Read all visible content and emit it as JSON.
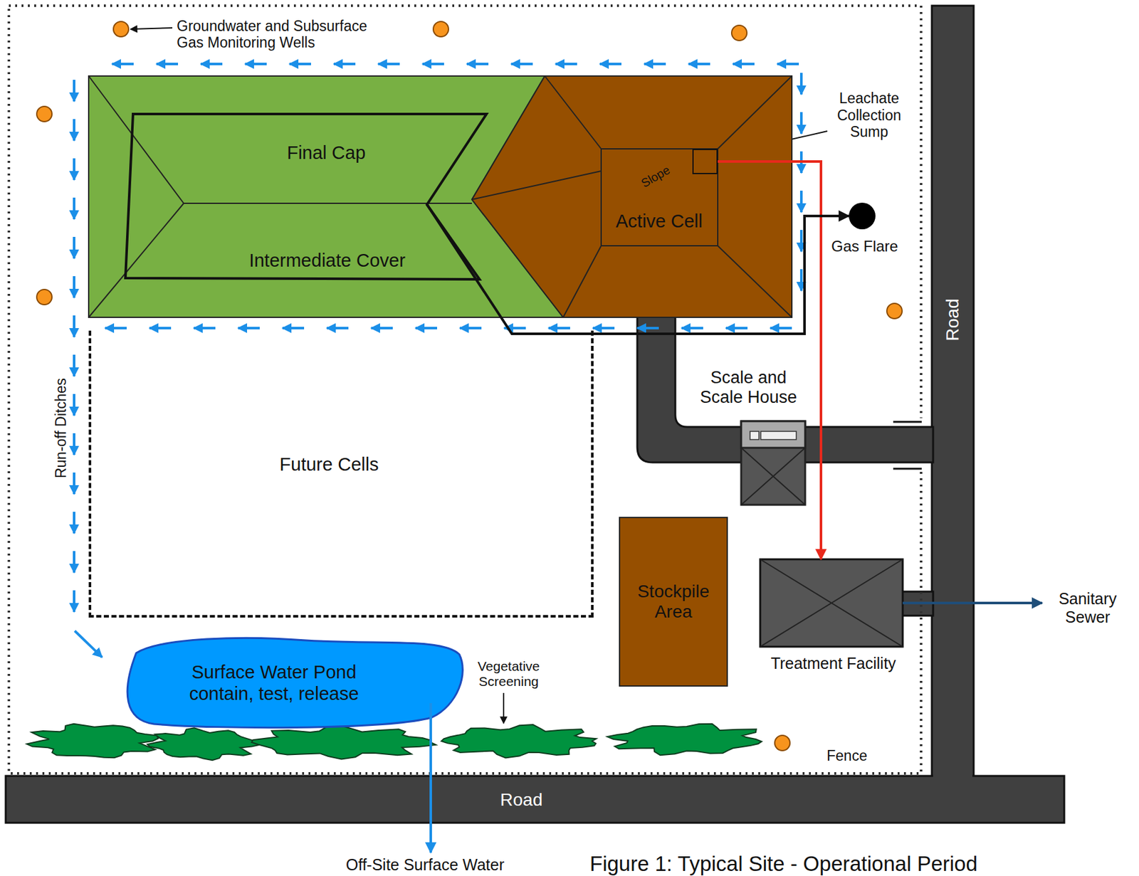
{
  "diagram": {
    "caption": "Figure 1: Typical Site - Operational Period",
    "nodes": [
      {
        "text": [
          "Intermediate Cover"
        ]
      },
      {
        "text": [
          "Final Cap"
        ],
        "in": 0
      },
      {
        "text": [
          "Active Cell"
        ]
      },
      {
        "text": [
          "Leachate Collection Sump"
        ],
        "in": 2
      },
      {
        "text": [
          "Gas Flare"
        ]
      },
      {
        "text": [
          "Future Cells"
        ]
      },
      {
        "text": [
          "Scale and Scale House"
        ]
      },
      {
        "text": [
          "Stockpile Area"
        ]
      },
      {
        "text": [
          "Treatment Facility"
        ]
      },
      {
        "text": [
          "Surface Water Pond contain, test, release"
        ]
      },
      {
        "text": [
          "Sanitary Sewer"
        ]
      },
      {
        "text": [
          "Off-Site Surface Water"
        ]
      }
    ],
    "edges": [
      {
        "from": 3,
        "to": 8,
        "arrow": "to"
      },
      {
        "from": 1,
        "to": 4,
        "arrow": "to"
      },
      {
        "from": 8,
        "to": 10,
        "arrow": "to"
      },
      {
        "from": 9,
        "to": 11,
        "arrow": "to"
      }
    ],
    "labels": [
      "Groundwater and Subsurface Gas Monitoring Wells",
      "Slope",
      "Run-off Ditches",
      "Vegetative Screening",
      "Fence",
      "Road",
      "Road"
    ]
  }
}
